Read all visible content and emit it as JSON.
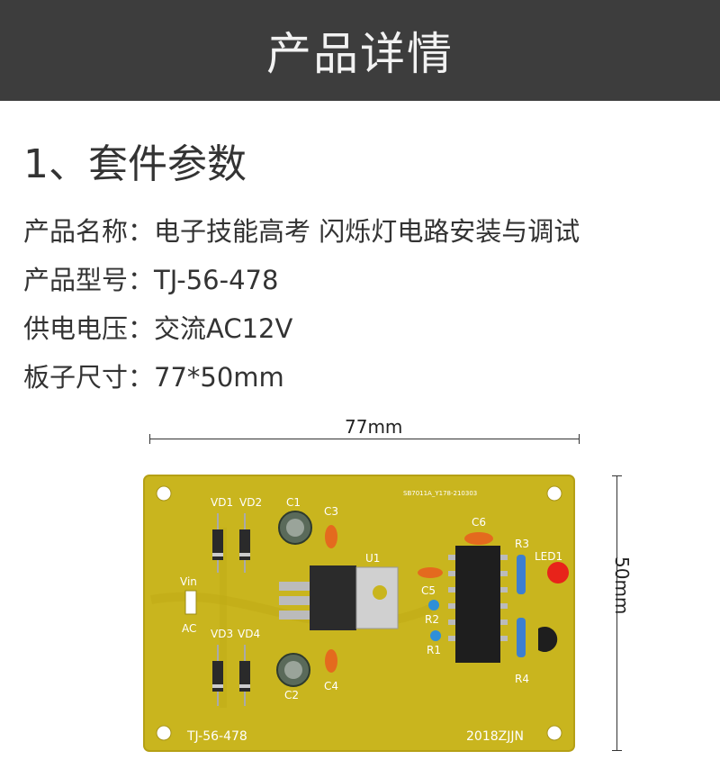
{
  "header": {
    "title": "产品详情"
  },
  "section": {
    "title": "1、套件参数"
  },
  "specs": [
    {
      "text": "产品名称：电子技能高考  闪烁灯电路安装与调试"
    },
    {
      "text": "产品型号：TJ-56-478"
    },
    {
      "text": "供电电压：交流AC12V"
    },
    {
      "text": "板子尺寸：77*50mm"
    }
  ],
  "dimensions": {
    "width_label": "77mm",
    "height_label": "50mm"
  },
  "board": {
    "top_code": "SB7011A_Y178-210303",
    "model": "TJ-56-478",
    "date_code": "2018ZJJN",
    "labels": {
      "vd1": "VD1",
      "vd2": "VD2",
      "vd3": "VD3",
      "vd4": "VD4",
      "c1": "C1",
      "c2": "C2",
      "c3": "C3",
      "c4": "C4",
      "c5": "C5",
      "c6": "C6",
      "u1": "U1",
      "r1": "R1",
      "r2": "R2",
      "r3": "R3",
      "r4": "R4",
      "led1": "LED1",
      "vin": "Vin",
      "ac": "AC"
    },
    "colors": {
      "pcb": "#c9b51e",
      "pcb_edge": "#b5a015",
      "text": "#ffffff",
      "cap": "#e46a1e",
      "led": "#e8231a"
    }
  }
}
